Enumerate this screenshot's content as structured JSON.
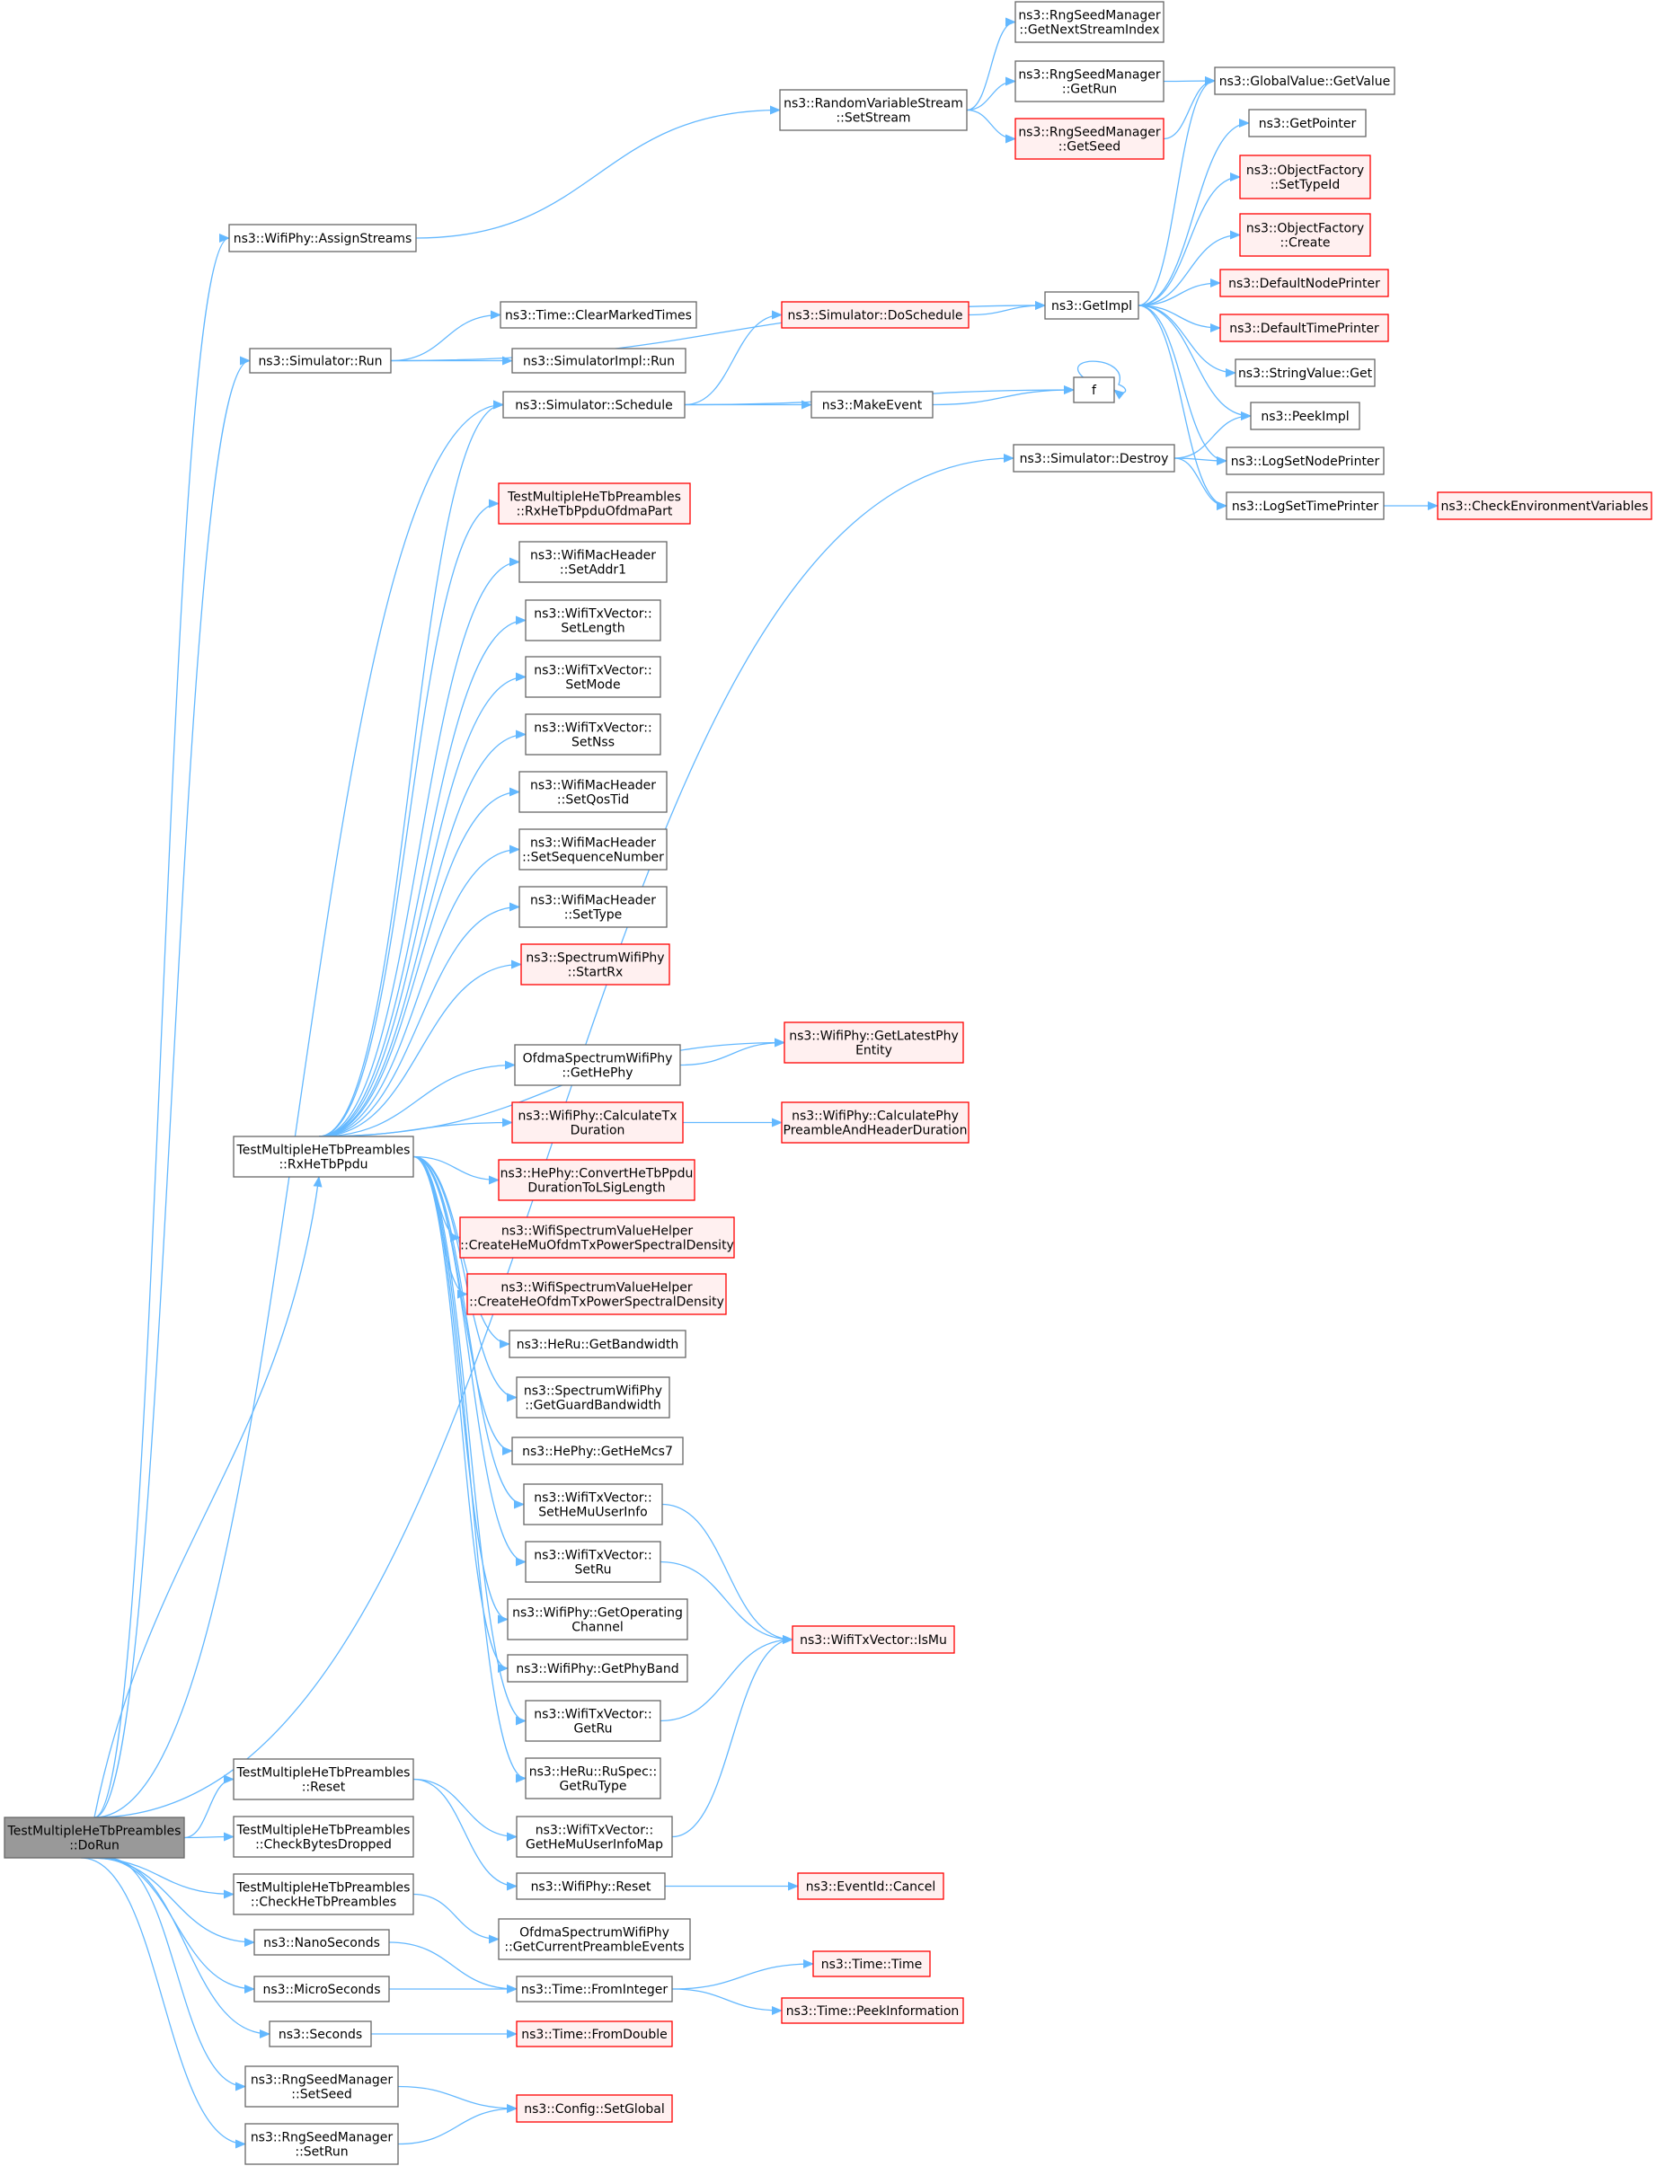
{
  "colors": {
    "root_fill": "#999999",
    "normal_fill": "#ffffff",
    "normal_stroke": "#666666",
    "missing_fill": "#fff0f0",
    "missing_stroke": "#ff0000",
    "edge": "#63b8ff"
  },
  "nodes": [
    {
      "id": "root",
      "style": "root",
      "lines": [
        "TestMultipleHeTbPreambles",
        "::DoRun"
      ]
    },
    {
      "id": "assignStreams",
      "style": "normal",
      "lines": [
        "ns3::WifiPhy::AssignStreams"
      ]
    },
    {
      "id": "rvsSetStream",
      "style": "normal",
      "lines": [
        "ns3::RandomVariableStream",
        "::SetStream"
      ]
    },
    {
      "id": "rngNextStream",
      "style": "normal",
      "lines": [
        "ns3::RngSeedManager",
        "::GetNextStreamIndex"
      ]
    },
    {
      "id": "rngGetRun",
      "style": "normal",
      "lines": [
        "ns3::RngSeedManager",
        "::GetRun"
      ]
    },
    {
      "id": "rngGetSeed",
      "style": "missing",
      "lines": [
        "ns3::RngSeedManager",
        "::GetSeed"
      ]
    },
    {
      "id": "gvGetValue",
      "style": "normal",
      "lines": [
        "ns3::GlobalValue::GetValue"
      ]
    },
    {
      "id": "getPointer",
      "style": "normal",
      "lines": [
        "ns3::GetPointer"
      ]
    },
    {
      "id": "ofSetTypeId",
      "style": "missing",
      "lines": [
        "ns3::ObjectFactory",
        "::SetTypeId"
      ]
    },
    {
      "id": "ofCreate",
      "style": "missing",
      "lines": [
        "ns3::ObjectFactory",
        "::Create"
      ]
    },
    {
      "id": "defNodePrinter",
      "style": "missing",
      "lines": [
        "ns3::DefaultNodePrinter"
      ]
    },
    {
      "id": "defTimePrinter",
      "style": "missing",
      "lines": [
        "ns3::DefaultTimePrinter"
      ]
    },
    {
      "id": "strValueGet",
      "style": "normal",
      "lines": [
        "ns3::StringValue::Get"
      ]
    },
    {
      "id": "peekImpl",
      "style": "normal",
      "lines": [
        "ns3::PeekImpl"
      ]
    },
    {
      "id": "logSetNode",
      "style": "normal",
      "lines": [
        "ns3::LogSetNodePrinter"
      ]
    },
    {
      "id": "logSetTime",
      "style": "normal",
      "lines": [
        "ns3::LogSetTimePrinter"
      ]
    },
    {
      "id": "checkEnv",
      "style": "missing",
      "lines": [
        "ns3::CheckEnvironmentVariables"
      ]
    },
    {
      "id": "getImpl",
      "style": "normal",
      "lines": [
        "ns3::GetImpl"
      ]
    },
    {
      "id": "simRun",
      "style": "normal",
      "lines": [
        "ns3::Simulator::Run"
      ]
    },
    {
      "id": "clearMarked",
      "style": "normal",
      "lines": [
        "ns3::Time::ClearMarkedTimes"
      ]
    },
    {
      "id": "simImplRun",
      "style": "normal",
      "lines": [
        "ns3::SimulatorImpl::Run"
      ]
    },
    {
      "id": "simDoSchedule",
      "style": "missing",
      "lines": [
        "ns3::Simulator::DoSchedule"
      ]
    },
    {
      "id": "simSchedule",
      "style": "normal",
      "lines": [
        "ns3::Simulator::Schedule"
      ]
    },
    {
      "id": "fNode",
      "style": "normal",
      "lines": [
        "f"
      ]
    },
    {
      "id": "makeEvent",
      "style": "normal",
      "lines": [
        "ns3::MakeEvent"
      ]
    },
    {
      "id": "simDestroy",
      "style": "normal",
      "lines": [
        "ns3::Simulator::Destroy"
      ]
    },
    {
      "id": "rxOfdmaPart",
      "style": "missing",
      "lines": [
        "TestMultipleHeTbPreambles",
        "::RxHeTbPpduOfdmaPart"
      ]
    },
    {
      "id": "setAddr1",
      "style": "normal",
      "lines": [
        "ns3::WifiMacHeader",
        "::SetAddr1"
      ]
    },
    {
      "id": "setLength",
      "style": "normal",
      "lines": [
        "ns3::WifiTxVector::",
        "SetLength"
      ]
    },
    {
      "id": "setMode",
      "style": "normal",
      "lines": [
        "ns3::WifiTxVector::",
        "SetMode"
      ]
    },
    {
      "id": "setNss",
      "style": "normal",
      "lines": [
        "ns3::WifiTxVector::",
        "SetNss"
      ]
    },
    {
      "id": "setQosTid",
      "style": "normal",
      "lines": [
        "ns3::WifiMacHeader",
        "::SetQosTid"
      ]
    },
    {
      "id": "setSeqNum",
      "style": "normal",
      "lines": [
        "ns3::WifiMacHeader",
        "::SetSequenceNumber"
      ]
    },
    {
      "id": "setType",
      "style": "normal",
      "lines": [
        "ns3::WifiMacHeader",
        "::SetType"
      ]
    },
    {
      "id": "startRx",
      "style": "missing",
      "lines": [
        "ns3::SpectrumWifiPhy",
        "::StartRx"
      ]
    },
    {
      "id": "getLatestPhy",
      "style": "missing",
      "lines": [
        "ns3::WifiPhy::GetLatestPhy",
        "Entity"
      ]
    },
    {
      "id": "getHePhy",
      "style": "normal",
      "lines": [
        "OfdmaSpectrumWifiPhy",
        "::GetHePhy"
      ]
    },
    {
      "id": "calcTxDur",
      "style": "missing",
      "lines": [
        "ns3::WifiPhy::CalculateTx",
        "Duration"
      ]
    },
    {
      "id": "calcPhyPre",
      "style": "missing",
      "lines": [
        "ns3::WifiPhy::CalculatePhy",
        "PreambleAndHeaderDuration"
      ]
    },
    {
      "id": "rxHeTbPpdu",
      "style": "normal",
      "lines": [
        "TestMultipleHeTbPreambles",
        "::RxHeTbPpdu"
      ]
    },
    {
      "id": "convertHeTb",
      "style": "missing",
      "lines": [
        "ns3::HePhy::ConvertHeTbPpdu",
        "DurationToLSigLength"
      ]
    },
    {
      "id": "createHeMu",
      "style": "missing",
      "lines": [
        "ns3::WifiSpectrumValueHelper",
        "::CreateHeMuOfdmTxPowerSpectralDensity"
      ]
    },
    {
      "id": "createHeOfdm",
      "style": "missing",
      "lines": [
        "ns3::WifiSpectrumValueHelper",
        "::CreateHeOfdmTxPowerSpectralDensity"
      ]
    },
    {
      "id": "heRuGetBw",
      "style": "normal",
      "lines": [
        "ns3::HeRu::GetBandwidth"
      ]
    },
    {
      "id": "getGuardBw",
      "style": "normal",
      "lines": [
        "ns3::SpectrumWifiPhy",
        "::GetGuardBandwidth"
      ]
    },
    {
      "id": "getHeMcs7",
      "style": "normal",
      "lines": [
        "ns3::HePhy::GetHeMcs7"
      ]
    },
    {
      "id": "setHeMuUser",
      "style": "normal",
      "lines": [
        "ns3::WifiTxVector::",
        "SetHeMuUserInfo"
      ]
    },
    {
      "id": "setRu",
      "style": "normal",
      "lines": [
        "ns3::WifiTxVector::",
        "SetRu"
      ]
    },
    {
      "id": "getOpChannel",
      "style": "normal",
      "lines": [
        "ns3::WifiPhy::GetOperating",
        "Channel"
      ]
    },
    {
      "id": "getPhyBand",
      "style": "normal",
      "lines": [
        "ns3::WifiPhy::GetPhyBand"
      ]
    },
    {
      "id": "getRu",
      "style": "normal",
      "lines": [
        "ns3::WifiTxVector::",
        "GetRu"
      ]
    },
    {
      "id": "ruGetType",
      "style": "normal",
      "lines": [
        "ns3::HeRu::RuSpec::",
        "GetRuType"
      ]
    },
    {
      "id": "isMu",
      "style": "missing",
      "lines": [
        "ns3::WifiTxVector::IsMu"
      ]
    },
    {
      "id": "reset",
      "style": "normal",
      "lines": [
        "TestMultipleHeTbPreambles",
        "::Reset"
      ]
    },
    {
      "id": "getHeMuMap",
      "style": "normal",
      "lines": [
        "ns3::WifiTxVector::",
        "GetHeMuUserInfoMap"
      ]
    },
    {
      "id": "phyReset",
      "style": "normal",
      "lines": [
        "ns3::WifiPhy::Reset"
      ]
    },
    {
      "id": "eventCancel",
      "style": "missing",
      "lines": [
        "ns3::EventId::Cancel"
      ]
    },
    {
      "id": "checkBytes",
      "style": "normal",
      "lines": [
        "TestMultipleHeTbPreambles",
        "::CheckBytesDropped"
      ]
    },
    {
      "id": "checkHeTb",
      "style": "normal",
      "lines": [
        "TestMultipleHeTbPreambles",
        "::CheckHeTbPreambles"
      ]
    },
    {
      "id": "getCurPreamble",
      "style": "normal",
      "lines": [
        "OfdmaSpectrumWifiPhy",
        "::GetCurrentPreambleEvents"
      ]
    },
    {
      "id": "nanoSeconds",
      "style": "normal",
      "lines": [
        "ns3::NanoSeconds"
      ]
    },
    {
      "id": "microSeconds",
      "style": "normal",
      "lines": [
        "ns3::MicroSeconds"
      ]
    },
    {
      "id": "timeFromInt",
      "style": "normal",
      "lines": [
        "ns3::Time::FromInteger"
      ]
    },
    {
      "id": "timeTime",
      "style": "missing",
      "lines": [
        "ns3::Time::Time"
      ]
    },
    {
      "id": "timePeekInfo",
      "style": "missing",
      "lines": [
        "ns3::Time::PeekInformation"
      ]
    },
    {
      "id": "seconds",
      "style": "normal",
      "lines": [
        "ns3::Seconds"
      ]
    },
    {
      "id": "timeFromDouble",
      "style": "missing",
      "lines": [
        "ns3::Time::FromDouble"
      ]
    },
    {
      "id": "rngSetSeed",
      "style": "normal",
      "lines": [
        "ns3::RngSeedManager",
        "::SetSeed"
      ]
    },
    {
      "id": "rngSetRun",
      "style": "normal",
      "lines": [
        "ns3::RngSeedManager",
        "::SetRun"
      ]
    },
    {
      "id": "configSetGlobal",
      "style": "missing",
      "lines": [
        "ns3::Config::SetGlobal"
      ]
    }
  ],
  "edges": [
    [
      "root",
      "assignStreams"
    ],
    [
      "root",
      "simRun"
    ],
    [
      "root",
      "simSchedule"
    ],
    [
      "root",
      "simDestroy"
    ],
    [
      "root",
      "rxHeTbPpdu"
    ],
    [
      "root",
      "reset"
    ],
    [
      "root",
      "checkBytes"
    ],
    [
      "root",
      "checkHeTb"
    ],
    [
      "root",
      "nanoSeconds"
    ],
    [
      "root",
      "microSeconds"
    ],
    [
      "root",
      "seconds"
    ],
    [
      "root",
      "rngSetSeed"
    ],
    [
      "root",
      "rngSetRun"
    ],
    [
      "assignStreams",
      "rvsSetStream"
    ],
    [
      "rvsSetStream",
      "rngNextStream"
    ],
    [
      "rvsSetStream",
      "rngGetRun"
    ],
    [
      "rvsSetStream",
      "rngGetSeed"
    ],
    [
      "rngGetRun",
      "gvGetValue"
    ],
    [
      "rngGetSeed",
      "gvGetValue"
    ],
    [
      "simRun",
      "getImpl"
    ],
    [
      "simRun",
      "clearMarked"
    ],
    [
      "simRun",
      "simImplRun"
    ],
    [
      "getImpl",
      "gvGetValue"
    ],
    [
      "getImpl",
      "getPointer"
    ],
    [
      "getImpl",
      "ofSetTypeId"
    ],
    [
      "getImpl",
      "ofCreate"
    ],
    [
      "getImpl",
      "defNodePrinter"
    ],
    [
      "getImpl",
      "defTimePrinter"
    ],
    [
      "getImpl",
      "strValueGet"
    ],
    [
      "getImpl",
      "peekImpl"
    ],
    [
      "getImpl",
      "logSetNode"
    ],
    [
      "getImpl",
      "logSetTime"
    ],
    [
      "logSetTime",
      "checkEnv"
    ],
    [
      "simSchedule",
      "simDoSchedule"
    ],
    [
      "simSchedule",
      "fNode"
    ],
    [
      "simSchedule",
      "makeEvent"
    ],
    [
      "simDoSchedule",
      "getImpl"
    ],
    [
      "makeEvent",
      "fNode"
    ],
    [
      "fNode",
      "fNode"
    ],
    [
      "simDestroy",
      "peekImpl"
    ],
    [
      "simDestroy",
      "logSetNode"
    ],
    [
      "simDestroy",
      "logSetTime"
    ],
    [
      "rxHeTbPpdu",
      "simSchedule"
    ],
    [
      "rxHeTbPpdu",
      "rxOfdmaPart"
    ],
    [
      "rxHeTbPpdu",
      "setAddr1"
    ],
    [
      "rxHeTbPpdu",
      "setLength"
    ],
    [
      "rxHeTbPpdu",
      "setMode"
    ],
    [
      "rxHeTbPpdu",
      "setNss"
    ],
    [
      "rxHeTbPpdu",
      "setQosTid"
    ],
    [
      "rxHeTbPpdu",
      "setSeqNum"
    ],
    [
      "rxHeTbPpdu",
      "setType"
    ],
    [
      "rxHeTbPpdu",
      "startRx"
    ],
    [
      "rxHeTbPpdu",
      "getLatestPhy"
    ],
    [
      "rxHeTbPpdu",
      "getHePhy"
    ],
    [
      "rxHeTbPpdu",
      "calcTxDur"
    ],
    [
      "rxHeTbPpdu",
      "convertHeTb"
    ],
    [
      "rxHeTbPpdu",
      "createHeMu"
    ],
    [
      "rxHeTbPpdu",
      "createHeOfdm"
    ],
    [
      "rxHeTbPpdu",
      "heRuGetBw"
    ],
    [
      "rxHeTbPpdu",
      "getGuardBw"
    ],
    [
      "rxHeTbPpdu",
      "getHeMcs7"
    ],
    [
      "rxHeTbPpdu",
      "setHeMuUser"
    ],
    [
      "rxHeTbPpdu",
      "setRu"
    ],
    [
      "rxHeTbPpdu",
      "getOpChannel"
    ],
    [
      "rxHeTbPpdu",
      "getPhyBand"
    ],
    [
      "rxHeTbPpdu",
      "getRu"
    ],
    [
      "rxHeTbPpdu",
      "ruGetType"
    ],
    [
      "getHePhy",
      "getLatestPhy"
    ],
    [
      "calcTxDur",
      "calcPhyPre"
    ],
    [
      "setHeMuUser",
      "isMu"
    ],
    [
      "setRu",
      "isMu"
    ],
    [
      "getRu",
      "isMu"
    ],
    [
      "getHeMuMap",
      "isMu"
    ],
    [
      "reset",
      "getHeMuMap"
    ],
    [
      "reset",
      "phyReset"
    ],
    [
      "phyReset",
      "eventCancel"
    ],
    [
      "checkHeTb",
      "getCurPreamble"
    ],
    [
      "nanoSeconds",
      "timeFromInt"
    ],
    [
      "microSeconds",
      "timeFromInt"
    ],
    [
      "timeFromInt",
      "timeTime"
    ],
    [
      "timeFromInt",
      "timePeekInfo"
    ],
    [
      "seconds",
      "timeFromDouble"
    ],
    [
      "rngSetSeed",
      "configSetGlobal"
    ],
    [
      "rngSetRun",
      "configSetGlobal"
    ]
  ]
}
